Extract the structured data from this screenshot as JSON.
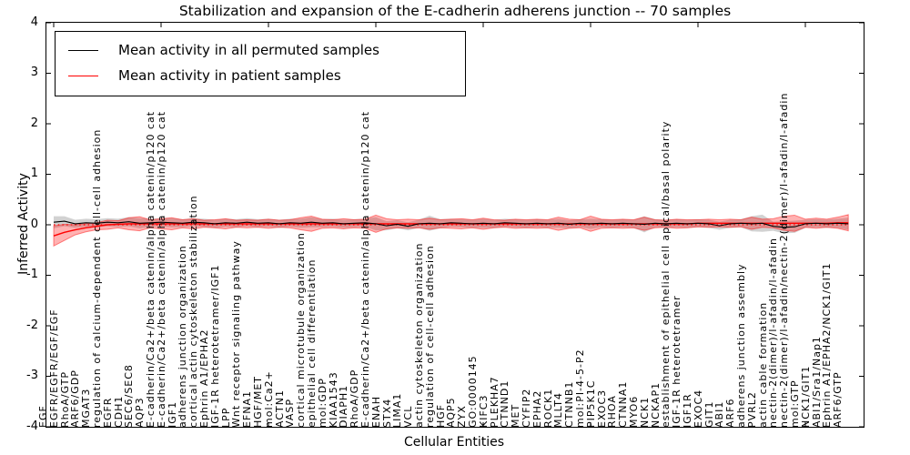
{
  "figure": {
    "title": "Stabilization and expansion of the E-cadherin adherens junction -- 70 samples",
    "xlabel": "Cellular Entities",
    "ylabel": "Inferred Activity"
  },
  "legend": {
    "items": [
      {
        "label": "Mean activity in all permuted samples",
        "color": "#000000"
      },
      {
        "label": "Mean activity in patient samples",
        "color": "#ff0000"
      }
    ]
  },
  "chart_data": {
    "type": "line",
    "title": "Stabilization and expansion of the E-cadherin adherens junction -- 70 samples",
    "xlabel": "Cellular Entities",
    "ylabel": "Inferred Activity",
    "ylim": [
      -4,
      4
    ],
    "yticks": [
      -4,
      -3,
      -2,
      -1,
      0,
      1,
      2,
      3,
      4
    ],
    "x_tick_every": 10,
    "grid": false,
    "legend_position": "upper left",
    "categories": [
      "EGF",
      "EGFR/EGFR/EGF/EGF",
      "RhoA/GTP",
      "ARF6/GDP",
      "MGAT3",
      "regulation of calcium-dependent cell-cell adhesion",
      "EGFR",
      "CDH1",
      "SEC6/SEC8",
      "AQP3",
      "E-cadherin/Ca2+/beta catenin/alpha catenin/p120 cat",
      "E-cadherin/Ca2+/beta catenin/alpha catenin/p120 cat",
      "IGF1",
      "adherens junction organization",
      "cortical actin cytoskeleton stabilization",
      "Ephrin A1/EPHA2",
      "IGF-1R heterotetramer/IGF1",
      "LPP",
      "Wnt receptor signaling pathway",
      "EFNA1",
      "HGF/MET",
      "mol:Ca2+",
      "ACTN1",
      "VASP",
      "cortical microtubule organization",
      "epithelial cell differentiation",
      "mol:GDP",
      "KIAA1543",
      "DIAPH1",
      "RhoA/GDP",
      "E-cadherin/Ca2+/beta catenin/alpha catenin/p120 cat",
      "ENAH",
      "STX4",
      "LIMA1",
      "VCL",
      "actin cytoskeleton organization",
      "regulation of cell-cell adhesion",
      "HGF",
      "AQP5",
      "ZYX",
      "GO:0000145",
      "KIFC3",
      "PLEKHA7",
      "CTNND1",
      "MET",
      "CYFIP2",
      "EPHA2",
      "ROCK1",
      "MLLT4",
      "CTNNB1",
      "mol:PI-4-5-P2",
      "PIP5K1C",
      "EXOC3",
      "RHOA",
      "CTNNA1",
      "MYO6",
      "NCK1",
      "NCKAP1",
      "establishment of epithelial cell apical/basal polarity",
      "IGF-1R heterotetramer",
      "IGF1R",
      "EXOC4",
      "GIT1",
      "ABI1",
      "ARF6",
      "adherens junction assembly",
      "PVRL2",
      "actin cable formation",
      "nectin-2(dimer)/l-afadin/l-afadin",
      "nectin-2(dimer)/l-afadin/nectin-2(dimer)/l-afadin/l-afadin",
      "mol:GTP",
      "NCK1/GIT1",
      "ABI1/Sra1/Nap1",
      "Ephrin A1/EPHA2/NCK1/GIT1",
      "ARF6/GTP"
    ],
    "series": [
      {
        "name": "Mean activity in all permuted samples",
        "color": "#000000",
        "band_color": "rgba(125,125,125,0.35)",
        "values": [
          0.05,
          0.07,
          0.02,
          0.04,
          0.03,
          0.05,
          0.04,
          0.06,
          0.03,
          0.04,
          0.05,
          0.04,
          0.03,
          0.05,
          0.04,
          0.02,
          0.04,
          0.03,
          0.05,
          0.03,
          0.04,
          0.02,
          0.04,
          0.03,
          0.05,
          0.03,
          0.04,
          0.02,
          0.03,
          0.04,
          0.02,
          -0.02,
          0.01,
          -0.03,
          0.02,
          0.03,
          0.02,
          0.04,
          0.03,
          0.02,
          0.03,
          0.02,
          0.04,
          0.03,
          0.02,
          0.03,
          0.02,
          0.03,
          0.01,
          0.03,
          0.02,
          0.03,
          0.02,
          0.03,
          0.02,
          0.01,
          0.03,
          0.02,
          0.03,
          0.02,
          0.03,
          0.02,
          -0.02,
          0.02,
          0.03,
          0.02,
          0.03,
          -0.03,
          -0.05,
          -0.04,
          0.02,
          0.03,
          0.02,
          0.03,
          0.02
        ],
        "band_halfwidth": [
          0.12,
          0.1,
          0.08,
          0.08,
          0.08,
          0.08,
          0.08,
          0.09,
          0.1,
          0.08,
          0.08,
          0.09,
          0.08,
          0.08,
          0.08,
          0.08,
          0.08,
          0.08,
          0.08,
          0.08,
          0.08,
          0.08,
          0.08,
          0.09,
          0.1,
          0.08,
          0.08,
          0.08,
          0.08,
          0.08,
          0.13,
          0.09,
          0.08,
          0.08,
          0.08,
          0.15,
          0.09,
          0.08,
          0.08,
          0.08,
          0.09,
          0.08,
          0.08,
          0.08,
          0.08,
          0.08,
          0.08,
          0.09,
          0.08,
          0.08,
          0.1,
          0.08,
          0.08,
          0.08,
          0.08,
          0.16,
          0.08,
          0.08,
          0.08,
          0.08,
          0.08,
          0.08,
          0.08,
          0.08,
          0.08,
          0.15,
          0.17,
          0.09,
          0.12,
          0.12,
          0.08,
          0.08,
          0.08,
          0.09,
          0.12
        ]
      },
      {
        "name": "Mean activity in patient samples",
        "color": "#ff0000",
        "band_color": "rgba(255,0,0,0.30)",
        "values": [
          -0.22,
          -0.15,
          -0.1,
          -0.06,
          -0.03,
          0.0,
          0.01,
          0.02,
          0.02,
          0.02,
          0.02,
          0.02,
          0.02,
          0.02,
          0.02,
          0.02,
          0.02,
          0.02,
          0.02,
          0.02,
          0.02,
          0.02,
          0.02,
          0.02,
          0.02,
          0.02,
          0.02,
          0.02,
          0.02,
          0.02,
          0.02,
          0.02,
          0.02,
          0.02,
          0.02,
          0.02,
          0.02,
          0.02,
          0.02,
          0.02,
          0.02,
          0.02,
          0.02,
          0.02,
          0.02,
          0.02,
          0.02,
          0.02,
          0.02,
          0.02,
          0.02,
          0.02,
          0.02,
          0.02,
          0.02,
          0.02,
          0.02,
          0.02,
          0.02,
          0.02,
          0.03,
          0.03,
          0.03,
          0.03,
          0.03,
          0.03,
          0.03,
          0.03,
          0.03,
          0.03,
          0.03,
          0.03,
          0.03,
          0.04,
          0.04
        ],
        "band_halfwidth": [
          0.2,
          0.16,
          0.1,
          0.08,
          0.07,
          0.09,
          0.07,
          0.12,
          0.14,
          0.08,
          0.1,
          0.12,
          0.08,
          0.1,
          0.07,
          0.08,
          0.1,
          0.07,
          0.08,
          0.07,
          0.09,
          0.07,
          0.08,
          0.12,
          0.15,
          0.09,
          0.08,
          0.1,
          0.08,
          0.09,
          0.17,
          0.1,
          0.08,
          0.09,
          0.08,
          0.11,
          0.08,
          0.09,
          0.1,
          0.08,
          0.11,
          0.08,
          0.07,
          0.09,
          0.08,
          0.09,
          0.08,
          0.13,
          0.09,
          0.08,
          0.15,
          0.09,
          0.08,
          0.09,
          0.08,
          0.13,
          0.08,
          0.07,
          0.09,
          0.08,
          0.07,
          0.08,
          0.07,
          0.08,
          0.07,
          0.12,
          0.08,
          0.09,
          0.14,
          0.16,
          0.08,
          0.1,
          0.08,
          0.11,
          0.16
        ]
      }
    ],
    "reference_line": {
      "y": 0,
      "style": "dotted",
      "color": "#ff0000"
    }
  }
}
